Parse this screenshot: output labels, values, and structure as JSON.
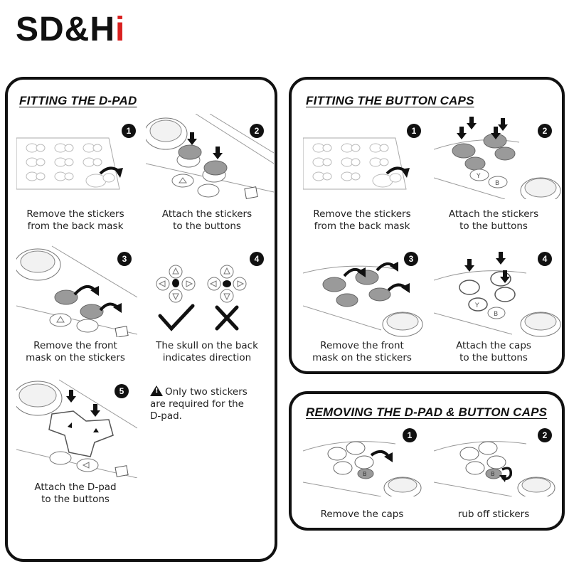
{
  "brand": {
    "name_main": "SD&H",
    "name_end": "i"
  },
  "dpad_panel": {
    "title": "FITTING THE D-PAD",
    "steps": [
      {
        "number": "1",
        "caption_l1": "Remove the stickers",
        "caption_l2": "from the back mask"
      },
      {
        "number": "2",
        "caption_l1": "Attach the stickers",
        "caption_l2": "to the buttons"
      },
      {
        "number": "3",
        "caption_l1": "Remove the front",
        "caption_l2": "mask on the stickers"
      },
      {
        "number": "4",
        "caption_l1": "The skull on the back",
        "caption_l2": "indicates direction"
      },
      {
        "number": "5",
        "caption_l1": "Attach the D-pad",
        "caption_l2": "to the buttons"
      }
    ],
    "note": {
      "l1": "Only two stickers",
      "l2": "are required for the",
      "l3": "D-pad."
    }
  },
  "buttons_panel": {
    "title": "FITTING THE BUTTON CAPS",
    "steps": [
      {
        "number": "1",
        "caption_l1": "Remove the stickers",
        "caption_l2": "from the back mask"
      },
      {
        "number": "2",
        "caption_l1": "Attach the stickers",
        "caption_l2": "to the buttons"
      },
      {
        "number": "3",
        "caption_l1": "Remove the front",
        "caption_l2": "mask on the stickers"
      },
      {
        "number": "4",
        "caption_l1": "Attach the caps",
        "caption_l2": "to the buttons"
      }
    ],
    "button_letters": {
      "y": "Y",
      "b": "B"
    }
  },
  "removing_panel": {
    "title": "REMOVING THE D-PAD & BUTTON CAPS",
    "steps": [
      {
        "number": "1",
        "caption_l1": "Remove the caps"
      },
      {
        "number": "2",
        "caption_l1": "rub off stickers"
      }
    ]
  },
  "colors": {
    "accent": "#d9201f",
    "ink": "#111111",
    "sticker": "#9a9a9a"
  }
}
